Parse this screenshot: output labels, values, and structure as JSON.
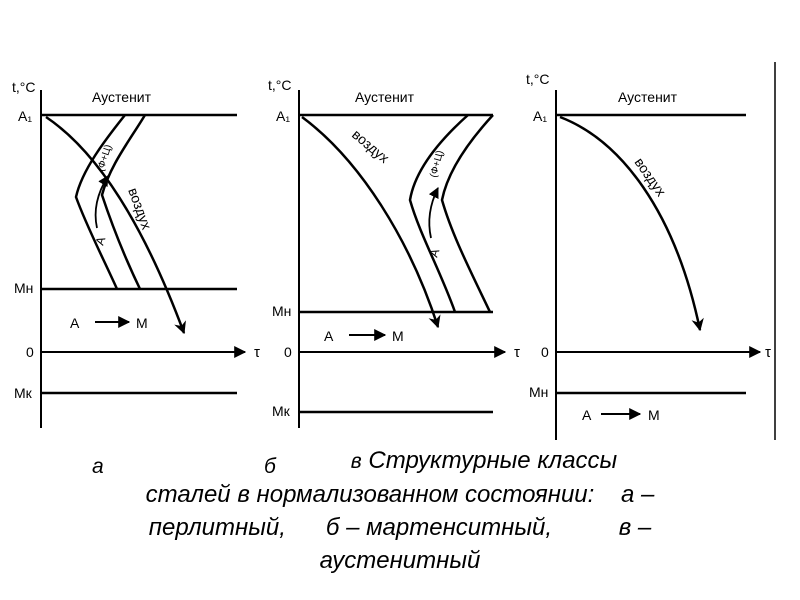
{
  "diagrams": [
    {
      "letter": "а",
      "y_axis_label": "t,°C",
      "tau": "τ",
      "austenite": "Аустенит",
      "a1": "A₁",
      "ms": "Mн",
      "mf": "Mк",
      "zero": "0",
      "air": "воздух",
      "fc": "(Ф+Ц)",
      "a_curve": "А",
      "transform_a": "А",
      "transform_m": "М"
    },
    {
      "letter": "б",
      "y_axis_label": "t,°C",
      "tau": "τ",
      "austenite": "Аустенит",
      "a1": "A₁",
      "ms": "Mн",
      "mf": "Mк",
      "zero": "0",
      "air": "воздух",
      "fc": "(Ф+Ц)",
      "a_curve": "А",
      "transform_a": "А",
      "transform_m": "М"
    },
    {
      "letter": "в",
      "y_axis_label": "t,°C",
      "tau": "τ",
      "austenite": "Аустенит",
      "a1": "A₁",
      "ms": "Mн",
      "zero": "0",
      "air": "воздух",
      "transform_a": "А",
      "transform_m": "М"
    }
  ],
  "caption": {
    "line1": "Структурные классы",
    "line2": "сталей в нормализованном состоянии:    а –",
    "line3": "перлитный,      б – мартенситный,          в –",
    "line4": "аустенитный"
  },
  "colors": {
    "ink": "#000000",
    "background": "#ffffff"
  }
}
